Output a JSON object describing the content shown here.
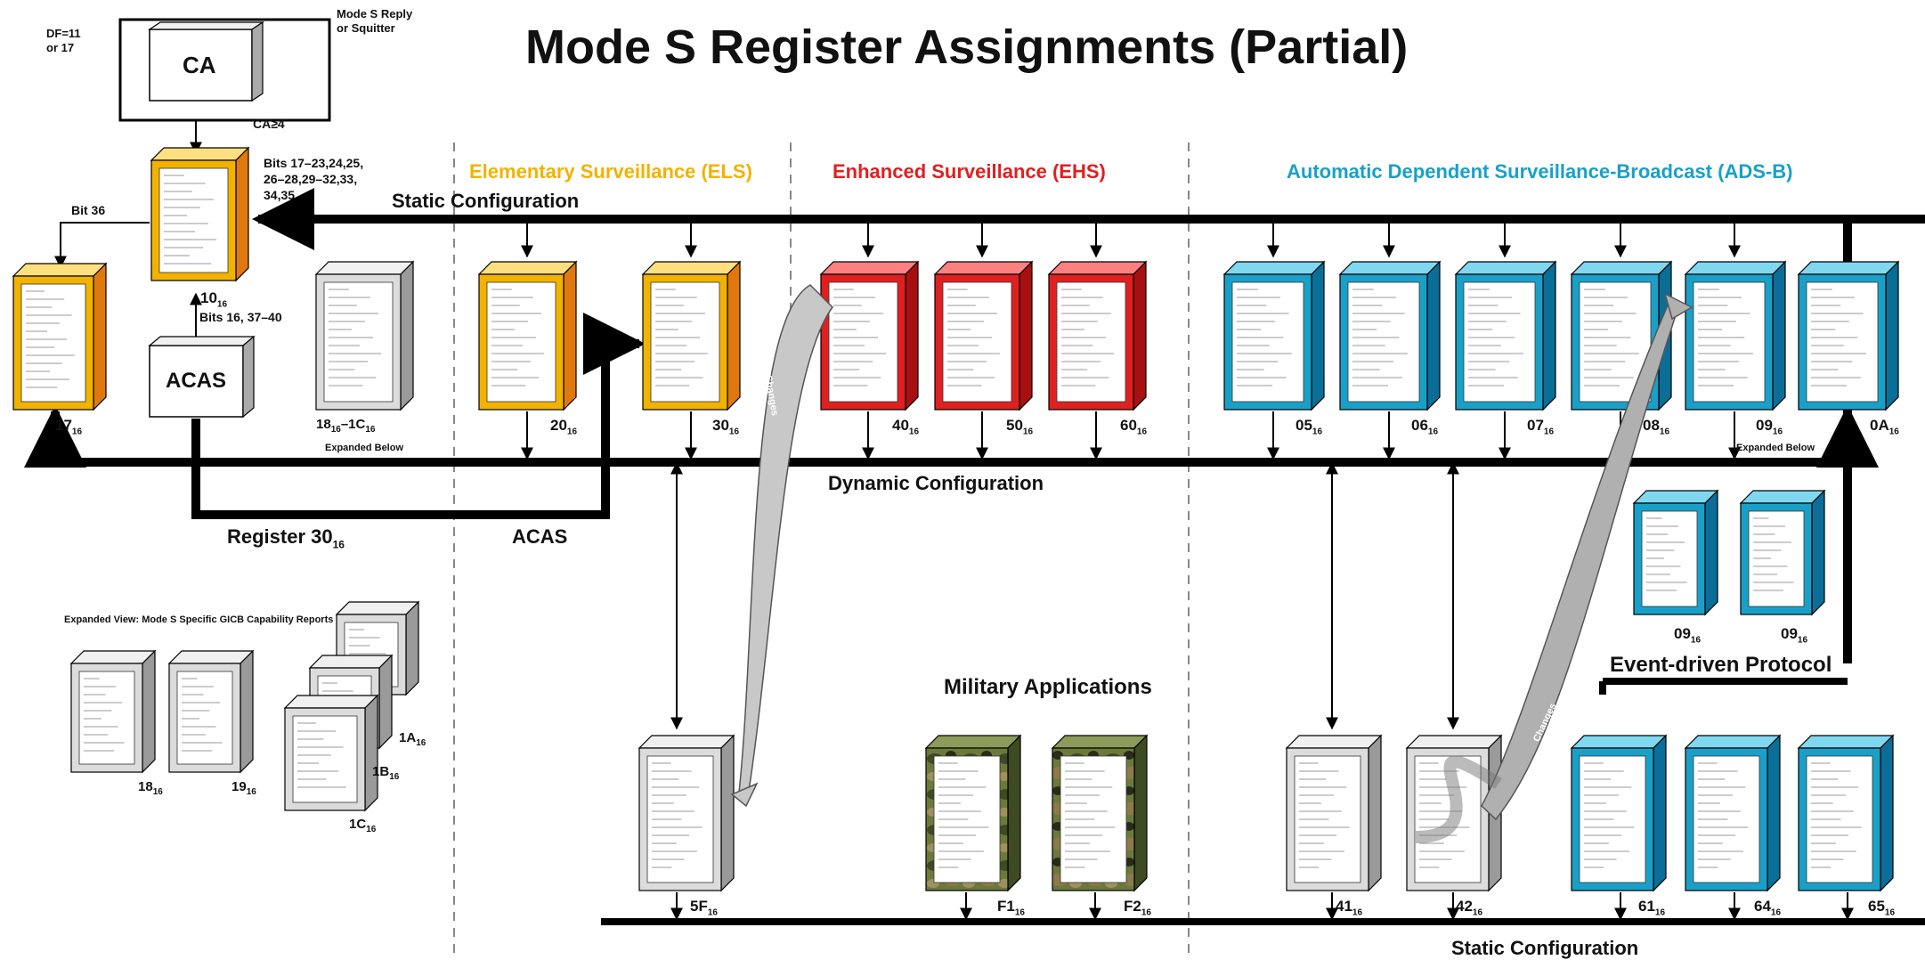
{
  "title": "Mode S Register Assignments (Partial)",
  "colors": {
    "els": "#f2b200",
    "els_side": "#e07810",
    "ehs": "#e02020",
    "ehs_side": "#a81010",
    "adsb": "#1aa0c8",
    "adsb_side": "#0a6e98",
    "grey": "#dcdcdc",
    "grey_side": "#9a9a9a",
    "camo": "#6b7a3a",
    "line": "#000000"
  },
  "sections": {
    "els": "Elementary Surveillance (ELS)",
    "ehs": "Enhanced Surveillance (EHS)",
    "adsb": "Automatic Dependent Surveillance-Broadcast (ADS-B)",
    "military": "Military Applications",
    "event": "Event-driven Protocol"
  },
  "labels": {
    "df": "DF=11\nor 17",
    "mode_s_reply": "Mode S Reply\nor Squitter",
    "ca": "CA",
    "ca_ge4": "CA≥4",
    "bits_top": "Bits 17–23,24,25,\n26–28,29–32,33,\n34,35",
    "bit36": "Bit 36",
    "bits_acas": "Bits 16, 37–40",
    "acas_box": "ACAS",
    "static_top": "Static Configuration",
    "dynamic": "Dynamic Configuration",
    "static_bottom": "Static Configuration",
    "register30": "Register 30",
    "register30_sub": "16",
    "acas_path": "ACAS",
    "expanded_below_1": "Expanded Below",
    "expanded_below_2": "Expanded Below",
    "expanded_view": "Expanded View: Mode S Specific GICB Capability Reports",
    "changes_1": "Changes",
    "changes_2": "Changes"
  },
  "registers": [
    {
      "main": "10",
      "sub": "16"
    },
    {
      "main": "17",
      "sub": "16"
    },
    {
      "main": "18",
      "sub": "16",
      "suffix": "–1C",
      "sub2": "16"
    },
    {
      "main": "20",
      "sub": "16"
    },
    {
      "main": "30",
      "sub": "16"
    },
    {
      "main": "40",
      "sub": "16"
    },
    {
      "main": "50",
      "sub": "16"
    },
    {
      "main": "60",
      "sub": "16"
    },
    {
      "main": "05",
      "sub": "16"
    },
    {
      "main": "06",
      "sub": "16"
    },
    {
      "main": "07",
      "sub": "16"
    },
    {
      "main": "08",
      "sub": "16"
    },
    {
      "main": "09",
      "sub": "16"
    },
    {
      "main": "0A",
      "sub": "16"
    },
    {
      "main": "09",
      "sub": "16"
    },
    {
      "main": "09",
      "sub": "16"
    },
    {
      "main": "5F",
      "sub": "16"
    },
    {
      "main": "F1",
      "sub": "16"
    },
    {
      "main": "F2",
      "sub": "16"
    },
    {
      "main": "41",
      "sub": "16"
    },
    {
      "main": "42",
      "sub": "16"
    },
    {
      "main": "61",
      "sub": "16"
    },
    {
      "main": "64",
      "sub": "16"
    },
    {
      "main": "65",
      "sub": "16"
    },
    {
      "main": "18",
      "sub": "16"
    },
    {
      "main": "19",
      "sub": "16"
    },
    {
      "main": "1A",
      "sub": "16"
    },
    {
      "main": "1B",
      "sub": "16"
    },
    {
      "main": "1C",
      "sub": "16"
    }
  ]
}
